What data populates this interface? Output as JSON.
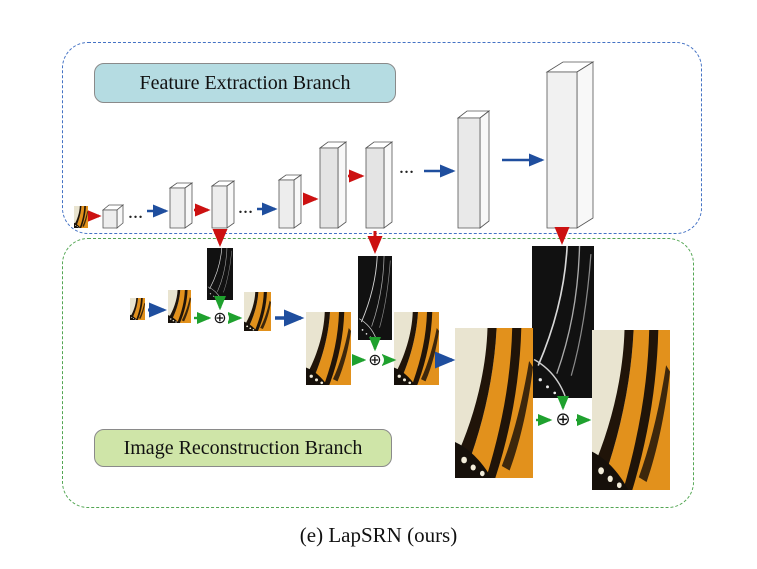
{
  "diagram": {
    "feature_branch_label": "Feature Extraction Branch",
    "reconstruction_branch_label": "Image Reconstruction Branch",
    "ellipsis": "…",
    "plus_symbol": "⊕"
  },
  "caption": "(e) LapSRN (ours)",
  "colors": {
    "conv_arrow_red": "#cc1111",
    "flow_arrow_blue": "#1f4e9e",
    "residual_arrow_green": "#1fa12e",
    "feature_label_bg": "#b5dce2",
    "reconstruction_label_bg": "#cfe5a8",
    "feature_border_blue": "#4472c4",
    "reconstruction_border_green": "#53a653",
    "cuboid_face": "#ededed",
    "residual_map_bg": "#111111",
    "butterfly_orange": "#e2911c"
  }
}
